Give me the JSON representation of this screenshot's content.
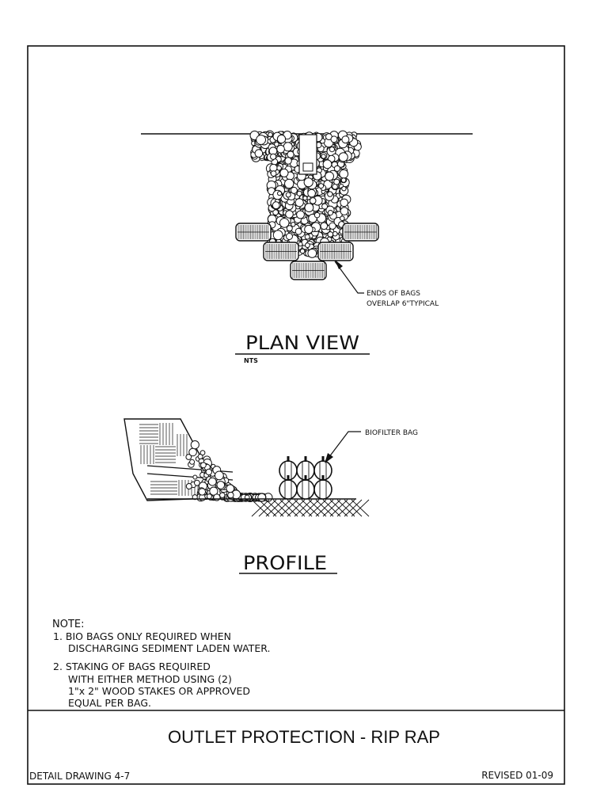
{
  "plan_view": {
    "callout_line1": "ENDS OF BAGS",
    "callout_line2": "OVERLAP 6\"TYPICAL",
    "title": "PLAN VIEW",
    "scale": "NTS"
  },
  "profile": {
    "callout": "BIOFILTER BAG",
    "title": "PROFILE"
  },
  "notes": {
    "heading": "NOTE:",
    "note1_line1": "1. BIO BAGS ONLY REQUIRED WHEN",
    "note1_line2": "DISCHARGING SEDIMENT LADEN WATER.",
    "note2_line1": "2. STAKING OF BAGS REQUIRED",
    "note2_line2": "WITH EITHER METHOD USING (2)",
    "note2_line3": "1\"x 2\" WOOD STAKES OR APPROVED",
    "note2_line4": "EQUAL PER BAG."
  },
  "title_block": {
    "title": "OUTLET PROTECTION - RIP RAP",
    "drawing_number": "DETAIL DRAWING 4-7",
    "revised": "REVISED 01-09"
  },
  "colors": {
    "ink": "#111111",
    "paper": "#ffffff"
  }
}
